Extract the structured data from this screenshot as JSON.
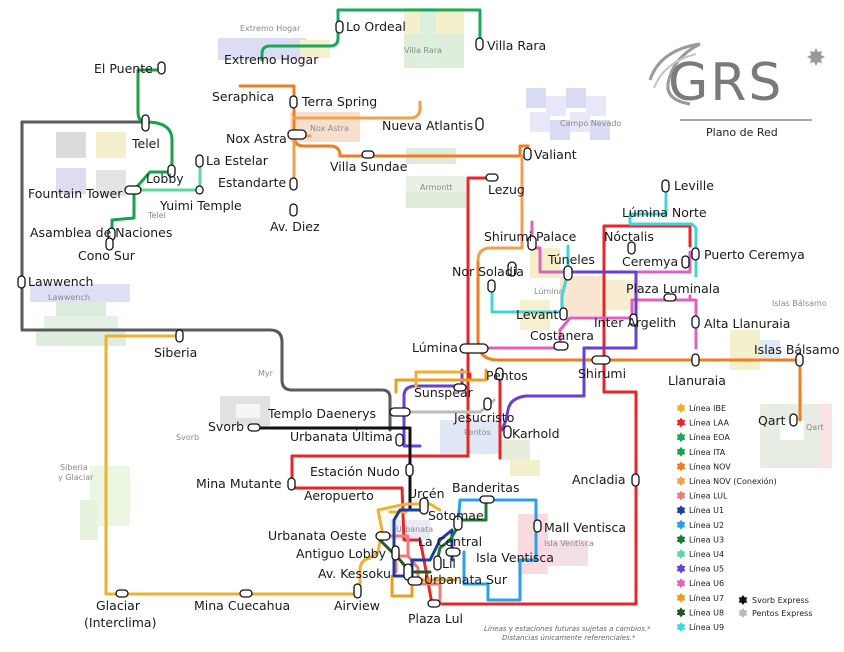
{
  "logo": {
    "text": "GRS",
    "subtitle": "Plano de Red",
    "accent": "#7a7a7a"
  },
  "areas": {
    "extremo_hogar": "Extremo Hogar",
    "villa_rara": "Villa Rara",
    "nox_astra": "Nox Astra",
    "campo_nevado": "Campo Nevado",
    "armontt": "Armontt",
    "telel": "Telel",
    "lawwench": "Lawwench",
    "lumina": "Lúmina",
    "islas_balsamo": "Islas Bálsamo",
    "myr": "Myr",
    "svorb": "Svorb",
    "pentos": "Pentos",
    "siberia_glaciar": "Siberia\ny Glaciar",
    "urbanata": "Urbanata",
    "isla_ventisca": "Isla Ventisca",
    "qart": "Qart"
  },
  "stations": {
    "lo_ordeal": "Lo Ordeal",
    "villa_rara": "Villa Rara",
    "extremo_hogar": "Extremo Hogar",
    "el_puente": "El Puente",
    "seraphica": "Seraphica",
    "terra_spring": "Terra Spring",
    "nueva_atlantis": "Nueva Atlantis",
    "telel": "Telel",
    "nox_astra": "Nox Astra",
    "valiant": "Valiant",
    "la_estelar": "La Estelar",
    "villa_sundae": "Villa Sundae",
    "lobby": "Lobby",
    "estandarte": "Estandarte",
    "lezug": "Lezug",
    "leville": "Leville",
    "fountain_tower": "Fountain Tower",
    "yuimi_temple": "Yuimi Temple",
    "lumina_norte": "Lúmina Norte",
    "av_diez": "Av. Diez",
    "asamblea": "Asamblea de Naciones",
    "shirumi_palace": "Shirumi Palace",
    "noctalis": "Nóctalis",
    "cono_sur": "Cono Sur",
    "puerto_ceremya": "Puerto Ceremya",
    "tuneles": "Túneles",
    "ceremya": "Ceremya",
    "nor_soladia": "Nor Soladia",
    "lawwench": "Lawwench",
    "plaza_luminala": "Plaza Luminala",
    "levant": "Levant",
    "inter_argelith": "Inter Argelith",
    "alta_llanuraia": "Alta Llanuraia",
    "costanera": "Costanera",
    "lumina": "Lúmina",
    "islas_balsamo": "Islas Bálsamo",
    "siberia": "Siberia",
    "shirumi": "Shirumi",
    "llanuraia": "Llanuraia",
    "pentos": "Pentos",
    "sunspear": "Sunspear",
    "templo_daenerys": "Templo Daenerys",
    "jesucristo": "Jesucristo",
    "qart": "Qart",
    "svorb": "Svorb",
    "karhold": "Karhold",
    "urbanata_ultima": "Urbanata Última",
    "estacion_nudo": "Estación Nudo",
    "ancladia": "Ancladia",
    "mina_mutante": "Mina Mutante",
    "banderitas": "Banderitas",
    "aeropuerto": "Aeropuerto",
    "urcen": "Urcén",
    "sotomae": "Sotomae",
    "mall_ventisca": "Mall Ventisca",
    "urbanata_oeste": "Urbanata Oeste",
    "la_central": "La Central",
    "antiguo_lobby": "Antiguo Lobby",
    "isla_ventisca": "Isla Ventisca",
    "lil": "Lil",
    "av_kessoku": "Av. Kessoku",
    "urbanata_sur": "Urbanata Sur",
    "glaciar": "Glaciar",
    "glaciar_paren": "(Interclima)",
    "mina_cuecahua": "Mina Cuecahua",
    "airview": "Airview",
    "plaza_lul": "Plaza Lul"
  },
  "legend": [
    {
      "label": "Línea IBE",
      "color": "#f0b030"
    },
    {
      "label": "Línea LAA",
      "color": "#e8262a"
    },
    {
      "label": "Línea EOA",
      "color": "#1aa85a"
    },
    {
      "label": "Línea ITA",
      "color": "#17a34a"
    },
    {
      "label": "Línea NOV",
      "color": "#ef7d22"
    },
    {
      "label": "Línea NOV (Conexión)",
      "color": "#f3a04e"
    },
    {
      "label": "Línea LUL",
      "color": "#f07a7a"
    },
    {
      "label": "Línea U1",
      "color": "#1c3e9e"
    },
    {
      "label": "Línea U2",
      "color": "#2aa0e6"
    },
    {
      "label": "Línea U3",
      "color": "#1d7a32"
    },
    {
      "label": "Línea U4",
      "color": "#5fd6a0"
    },
    {
      "label": "Línea U5",
      "color": "#6a3fd6"
    },
    {
      "label": "Línea U6",
      "color": "#e060c0"
    },
    {
      "label": "Línea U7",
      "color": "#e8a020"
    },
    {
      "label": "Línea U8",
      "color": "#1f5a1f"
    },
    {
      "label": "Línea U9",
      "color": "#3fd6d6"
    }
  ],
  "express": [
    {
      "label": "Svorb Express",
      "color": "#111111"
    },
    {
      "label": "Pentos Express",
      "color": "#bbbbbb"
    }
  ],
  "footnote": {
    "line1": "Líneas y estaciones futuras sujetas a cambios.*",
    "line2": "Distancias únicamente referenciales.*"
  },
  "colors": {
    "gray_line": "#5a5a5a",
    "orange_line": "#ef7d22",
    "ibe_line": "#f0b030"
  }
}
